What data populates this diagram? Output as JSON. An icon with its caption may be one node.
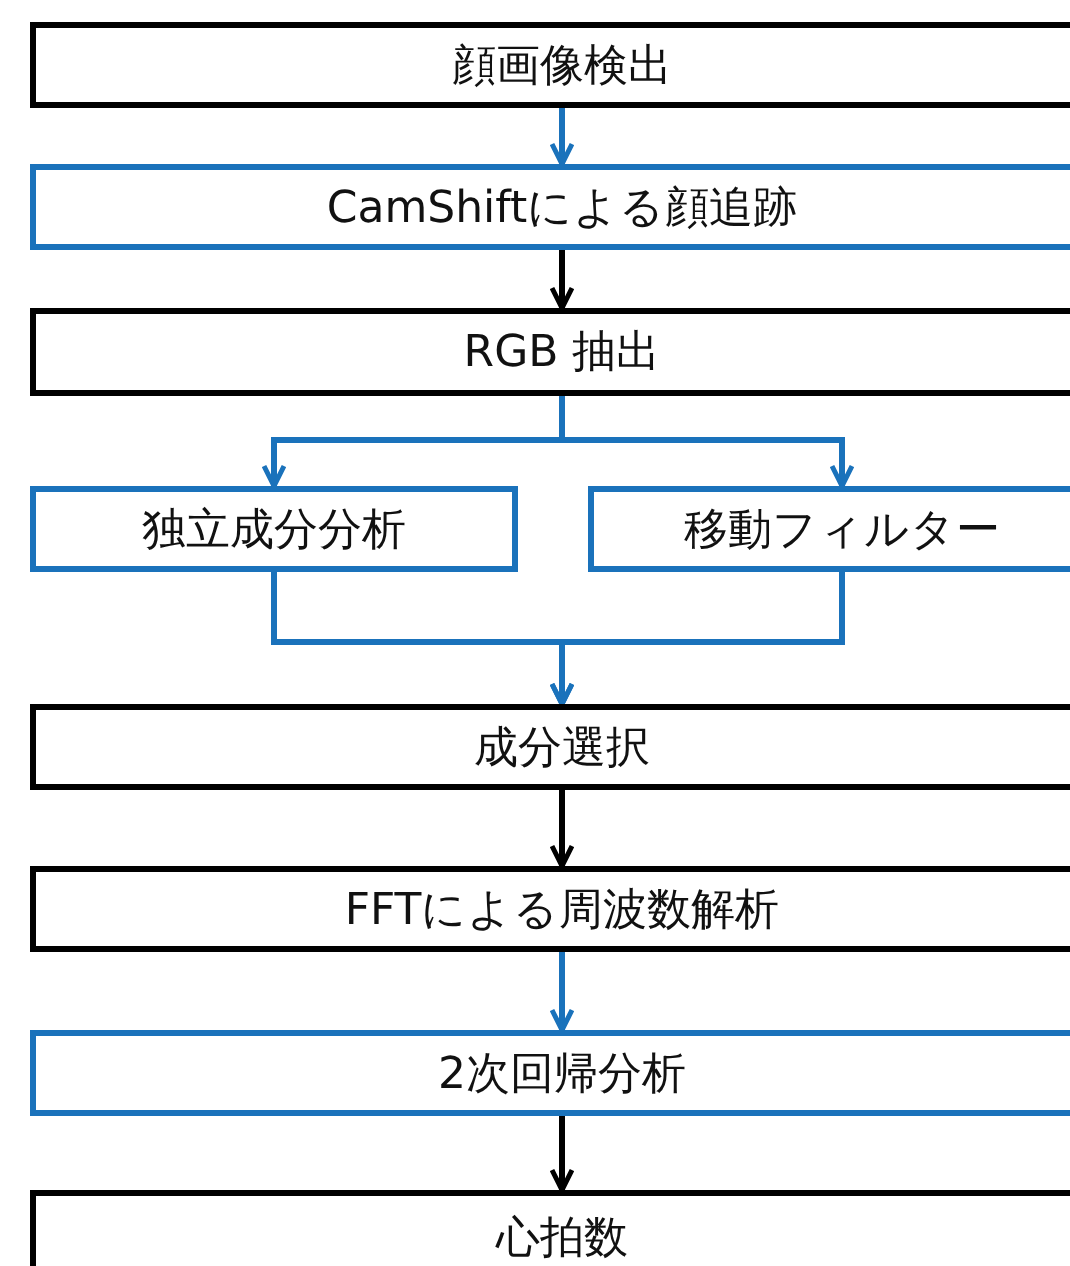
{
  "diagram": {
    "nodes": [
      {
        "text": [
          "顔画像検出"
        ]
      },
      {
        "text": [
          "CamShiftによる顔追跡"
        ]
      },
      {
        "text": [
          "RGB 抽出"
        ]
      },
      {
        "text": [
          "独立成分分析"
        ]
      },
      {
        "text": [
          "移動フィルター"
        ]
      },
      {
        "text": [
          "成分選択"
        ]
      },
      {
        "text": [
          "FFTによる周波数解析"
        ]
      },
      {
        "text": [
          "2次回帰分析"
        ]
      },
      {
        "text": [
          "心拍数"
        ]
      }
    ],
    "edges": [
      {
        "from": 0,
        "to": 1,
        "arrow": "to"
      },
      {
        "from": 1,
        "to": 2,
        "arrow": "to",
        "color": "#000000"
      },
      {
        "from": 2,
        "to": 3,
        "arrow": "to"
      },
      {
        "from": 2,
        "to": 4,
        "arrow": "to"
      },
      {
        "from": 3,
        "to": 5,
        "arrow": "to"
      },
      {
        "from": 4,
        "to": 5,
        "arrow": "to"
      },
      {
        "from": 5,
        "to": 6,
        "arrow": "to",
        "color": "#000000"
      },
      {
        "from": 6,
        "to": 7,
        "arrow": "to"
      },
      {
        "from": 7,
        "to": 8,
        "arrow": "to",
        "color": "#000000"
      }
    ]
  }
}
